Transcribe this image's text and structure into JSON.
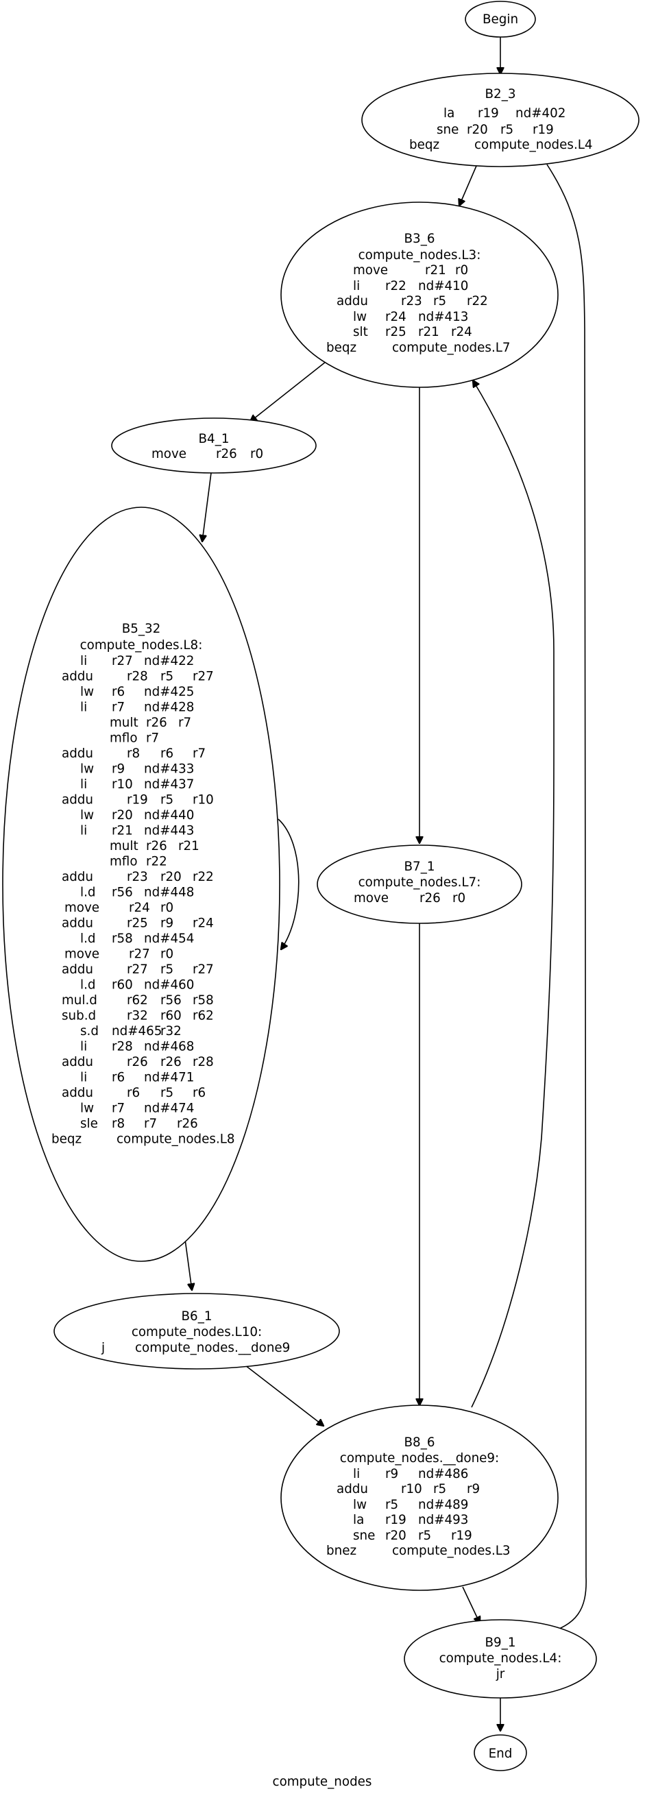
{
  "graph_title": "compute_nodes",
  "nodes": {
    "begin": {
      "label": "Begin"
    },
    "end": {
      "label": "End"
    },
    "b2_3": {
      "title": "B2_3",
      "rows": [
        [
          "la",
          "r19",
          "nd#402"
        ],
        [
          "sne",
          "r20",
          "r5",
          "r19"
        ],
        [
          "beqz",
          "compute_nodes.L4"
        ]
      ]
    },
    "b3_6": {
      "title": "B3_6",
      "label_line": "compute_nodes.L3:",
      "rows": [
        [
          "move",
          "r21",
          "r0"
        ],
        [
          "li",
          "r22",
          "nd#410"
        ],
        [
          "addu",
          "r23",
          "r5",
          "r22"
        ],
        [
          "lw",
          "r24",
          "nd#413"
        ],
        [
          "slt",
          "r25",
          "r21",
          "r24"
        ],
        [
          "beqz",
          "compute_nodes.L7"
        ]
      ]
    },
    "b4_1": {
      "title": "B4_1",
      "rows": [
        [
          "move",
          "r26",
          "r0"
        ]
      ]
    },
    "b5_32": {
      "title": "B5_32",
      "label_line": "compute_nodes.L8:",
      "rows": [
        [
          "li",
          "r27",
          "nd#422"
        ],
        [
          "addu",
          "r28",
          "r5",
          "r27"
        ],
        [
          "lw",
          "r6",
          "nd#425"
        ],
        [
          "li",
          "r7",
          "nd#428"
        ],
        [
          "mult",
          "r26",
          "r7"
        ],
        [
          "mflo",
          "r7"
        ],
        [
          "addu",
          "r8",
          "r6",
          "r7"
        ],
        [
          "lw",
          "r9",
          "nd#433"
        ],
        [
          "li",
          "r10",
          "nd#437"
        ],
        [
          "addu",
          "r19",
          "r5",
          "r10"
        ],
        [
          "lw",
          "r20",
          "nd#440"
        ],
        [
          "li",
          "r21",
          "nd#443"
        ],
        [
          "mult",
          "r26",
          "r21"
        ],
        [
          "mflo",
          "r22"
        ],
        [
          "addu",
          "r23",
          "r20",
          "r22"
        ],
        [
          "l.d",
          "r56",
          "nd#448"
        ],
        [
          "move",
          "r24",
          "r0"
        ],
        [
          "addu",
          "r25",
          "r9",
          "r24"
        ],
        [
          "l.d",
          "r58",
          "nd#454"
        ],
        [
          "move",
          "r27",
          "r0"
        ],
        [
          "addu",
          "r27",
          "r5",
          "r27"
        ],
        [
          "l.d",
          "r60",
          "nd#460"
        ],
        [
          "mul.d",
          "r62",
          "r56",
          "r58"
        ],
        [
          "sub.d",
          "r32",
          "r60",
          "r62"
        ],
        [
          "s.d",
          "nd#465",
          "r32"
        ],
        [
          "li",
          "r28",
          "nd#468"
        ],
        [
          "addu",
          "r26",
          "r26",
          "r28"
        ],
        [
          "li",
          "r6",
          "nd#471"
        ],
        [
          "addu",
          "r6",
          "r5",
          "r6"
        ],
        [
          "lw",
          "r7",
          "nd#474"
        ],
        [
          "sle",
          "r8",
          "r7",
          "r26"
        ],
        [
          "beqz",
          "compute_nodes.L8"
        ]
      ]
    },
    "b6_1": {
      "title": "B6_1",
      "label_line": "compute_nodes.L10:",
      "rows": [
        [
          "j",
          "compute_nodes.__done9"
        ]
      ]
    },
    "b7_1": {
      "title": "B7_1",
      "label_line": "compute_nodes.L7:",
      "rows": [
        [
          "move",
          "r26",
          "r0"
        ]
      ]
    },
    "b8_6": {
      "title": "B8_6",
      "label_line": "compute_nodes.__done9:",
      "rows": [
        [
          "li",
          "r9",
          "nd#486"
        ],
        [
          "addu",
          "r10",
          "r5",
          "r9"
        ],
        [
          "lw",
          "r5",
          "nd#489"
        ],
        [
          "la",
          "r19",
          "nd#493"
        ],
        [
          "sne",
          "r20",
          "r5",
          "r19"
        ],
        [
          "bnez",
          "compute_nodes.L3"
        ]
      ]
    },
    "b9_1": {
      "title": "B9_1",
      "label_line": "compute_nodes.L4:",
      "rows": [
        [
          "jr"
        ]
      ]
    }
  },
  "edges": [
    {
      "from": "begin",
      "to": "b2_3"
    },
    {
      "from": "b2_3",
      "to": "b3_6"
    },
    {
      "from": "b2_3",
      "to": "b9_1"
    },
    {
      "from": "b3_6",
      "to": "b4_1"
    },
    {
      "from": "b3_6",
      "to": "b7_1"
    },
    {
      "from": "b4_1",
      "to": "b5_32"
    },
    {
      "from": "b5_32",
      "to": "b5_32"
    },
    {
      "from": "b5_32",
      "to": "b6_1"
    },
    {
      "from": "b6_1",
      "to": "b8_6"
    },
    {
      "from": "b7_1",
      "to": "b8_6"
    },
    {
      "from": "b8_6",
      "to": "b3_6"
    },
    {
      "from": "b8_6",
      "to": "b9_1"
    },
    {
      "from": "b9_1",
      "to": "end"
    }
  ]
}
